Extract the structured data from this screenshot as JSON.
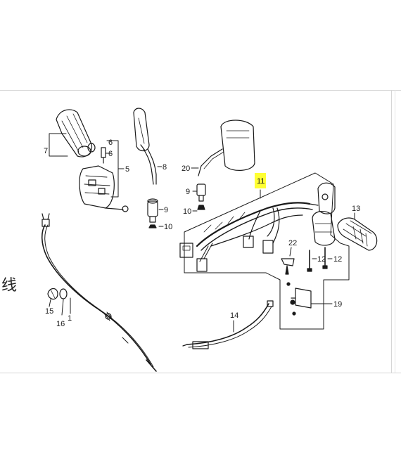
{
  "labels": {
    "p1": "1",
    "p5": "5",
    "p6a": "6",
    "p6b": "6",
    "p7": "7",
    "p8": "8",
    "p9a": "9",
    "p9b": "9",
    "p10a": "10",
    "p10b": "10",
    "p11": "11",
    "p12a": "12",
    "p12b": "12",
    "p13": "13",
    "p14": "14",
    "p15": "15",
    "p16": "16",
    "p19": "19",
    "p20": "20",
    "p22": "22"
  },
  "side_text": "线",
  "colors": {
    "highlight": "#ffff33",
    "ink": "#1a1a1a",
    "frame": "#d6d6d6"
  }
}
